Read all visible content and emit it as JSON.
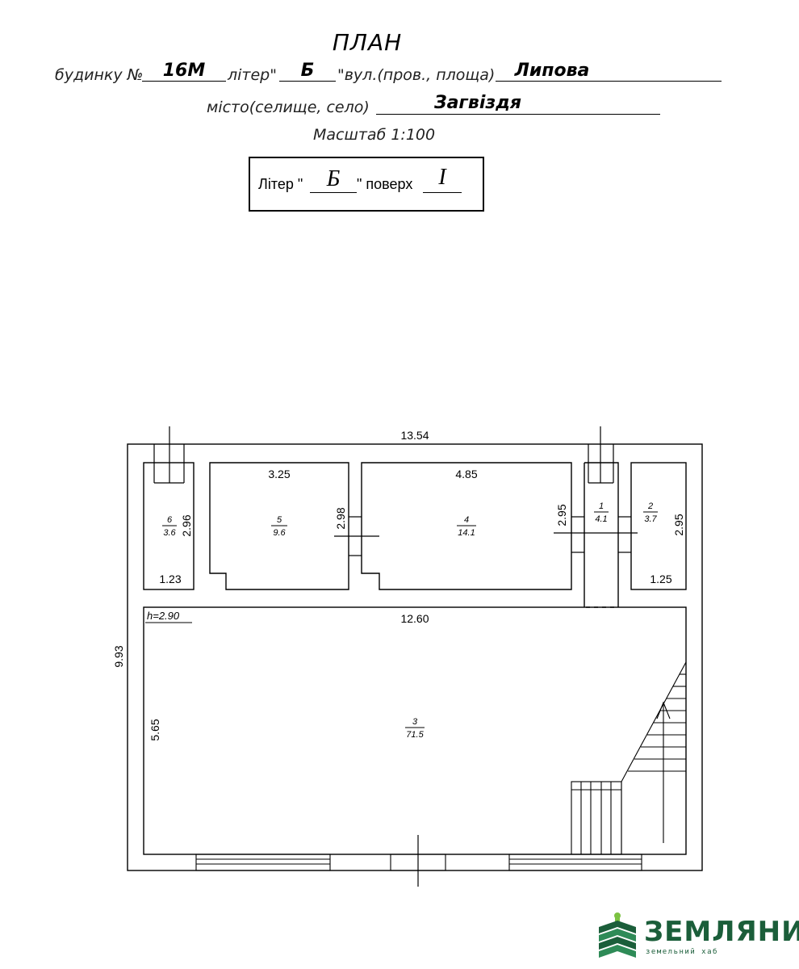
{
  "header": {
    "title": "ПЛАН",
    "house_prefix": "будинку №",
    "house_no": "16М",
    "liter_prefix": "літер\"",
    "liter_value": "Б",
    "street_prefix": "\"вул.(пров., площа)",
    "street_value": "Липова",
    "city_prefix": "місто(селище, село)",
    "city_value": "Загвіздя",
    "scale": "Масштаб  1:100"
  },
  "floor_box": {
    "liter_label": "Літер \"",
    "liter_value": "Б",
    "floor_label": "\"  поверх",
    "floor_value": "I"
  },
  "plan": {
    "overall_width": "13.54",
    "overall_depth": "9.93",
    "hall_width": "12.60",
    "hall_depth": "5.65",
    "ceiling_height": "h=2.90",
    "rooms": [
      {
        "no": "6",
        "area": "3.6",
        "depth": "2.96",
        "width": "1.23"
      },
      {
        "no": "5",
        "area": "9.6",
        "width": "3.25"
      },
      {
        "no": "4",
        "area": "14.1",
        "width": "4.85",
        "depth": "2.98"
      },
      {
        "no": "1",
        "area": "4.1",
        "depth": "2.95"
      },
      {
        "no": "2",
        "area": "3.7",
        "depth": "2.95",
        "width": "1.25"
      },
      {
        "no": "3",
        "area": "71.5"
      }
    ]
  },
  "logo": {
    "name": "ЗЕМЛЯНИ",
    "tagline": "земельний хаб",
    "colors": {
      "dark": "#1b5e3a",
      "light": "#7cc242"
    }
  }
}
